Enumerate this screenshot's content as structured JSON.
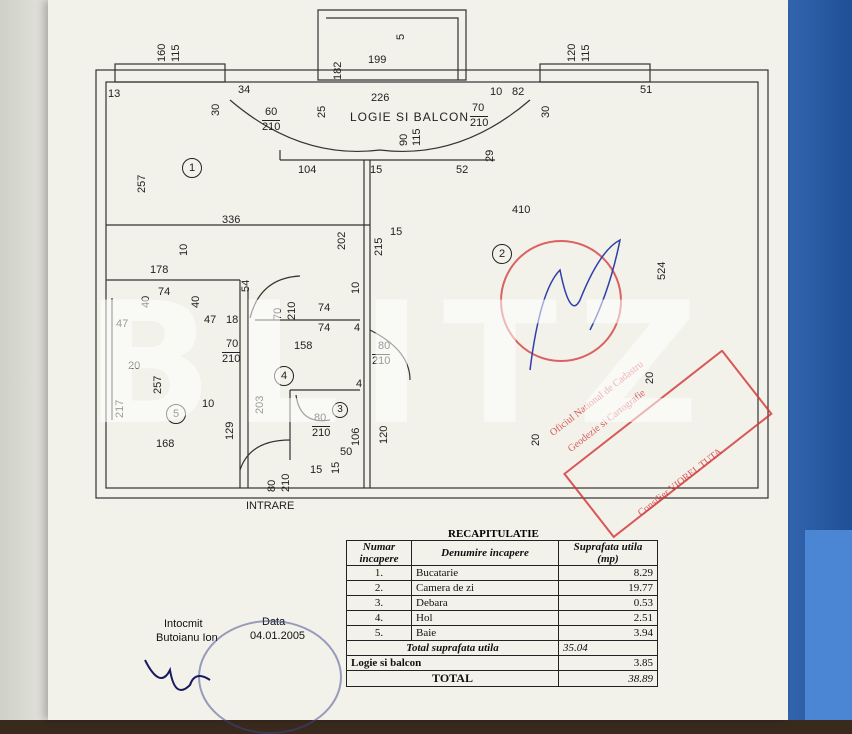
{
  "plan": {
    "title_area": "LOGIE SI BALCON",
    "entry_label": "INTRARE",
    "dims": [
      "199",
      "226",
      "5",
      "182",
      "34",
      "30",
      "25",
      "60",
      "210",
      "70",
      "210",
      "82",
      "10",
      "30",
      "13",
      "51",
      "160",
      "115",
      "120",
      "115",
      "104",
      "15",
      "52",
      "29",
      "90",
      "115",
      "257",
      "336",
      "410",
      "202",
      "215",
      "15",
      "10",
      "10",
      "178",
      "74",
      "54",
      "40",
      "40",
      "47",
      "47",
      "18",
      "70",
      "210",
      "74",
      "74",
      "158",
      "4",
      "80",
      "210",
      "70",
      "210",
      "20",
      "257",
      "10",
      "217",
      "203",
      "129",
      "168",
      "80",
      "210",
      "106",
      "50",
      "15",
      "15",
      "80",
      "210",
      "120",
      "20",
      "20",
      "524",
      "4"
    ],
    "room_numbers": [
      "1",
      "2",
      "3",
      "4",
      "5"
    ]
  },
  "watermark": "BLITZ",
  "recap": {
    "title": "RECAPITULATIE",
    "headers": [
      "Numar incapere",
      "Denumire incapere",
      "Suprafata utila (mp)"
    ],
    "rows": [
      {
        "num": "1.",
        "name": "Bucatarie",
        "area": "8.29"
      },
      {
        "num": "2.",
        "name": "Camera de zi",
        "area": "19.77"
      },
      {
        "num": "3.",
        "name": "Debara",
        "area": "0.53"
      },
      {
        "num": "4.",
        "name": "Hol",
        "area": "2.51"
      },
      {
        "num": "5.",
        "name": "Baie",
        "area": "3.94"
      }
    ],
    "total_util_label": "Total suprafata utila",
    "total_util_value": "35.04",
    "logie_label": "Logie si balcon",
    "logie_value": "3.85",
    "total_label": "TOTAL",
    "total_value": "38.89"
  },
  "signature": {
    "left_label": "Intocmit",
    "left_name": "Butoianu Ion",
    "date_label": "Data",
    "date_value": "04.01.2005"
  },
  "stamp": {
    "line1": "Oficiul National de Cadastru",
    "line2": "Geodezie si Cartografie",
    "line3": "Consilier VIOREL TUTA"
  }
}
